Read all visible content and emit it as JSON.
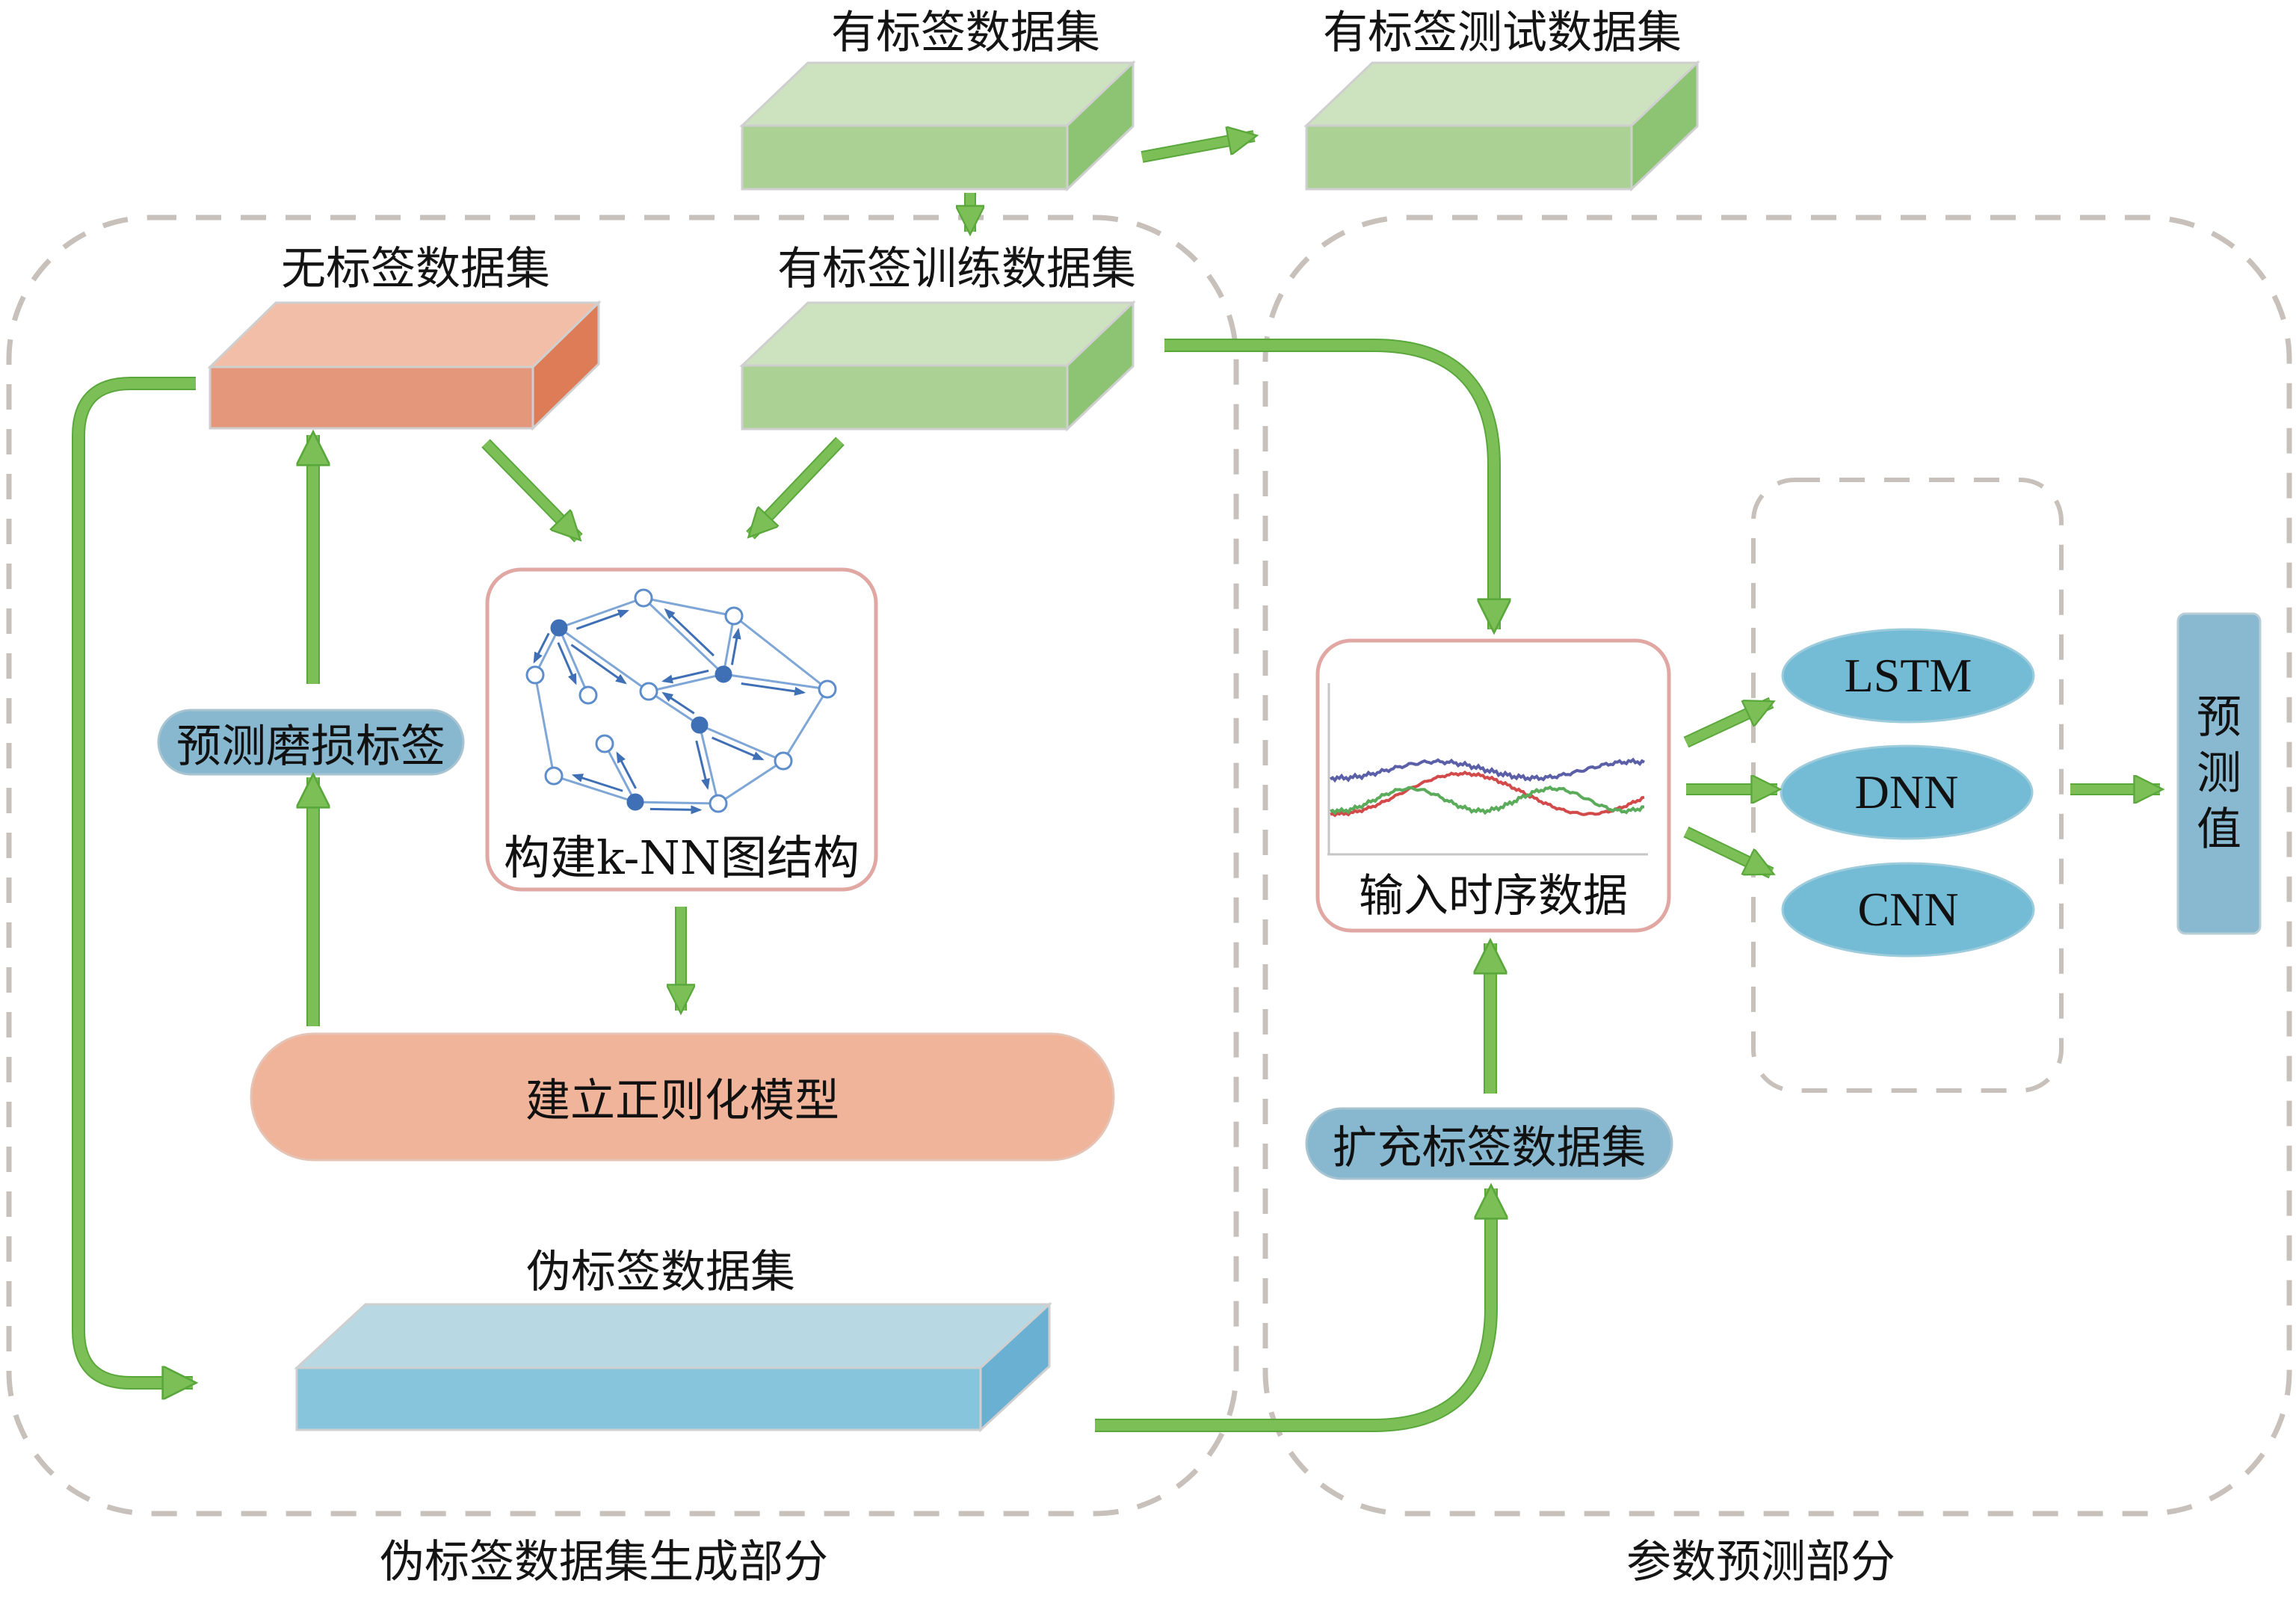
{
  "diagram": {
    "sections": {
      "pseudo_label_generation": "伪标签数据集生成部分",
      "parameter_prediction": "参数预测部分"
    },
    "datasets": {
      "labeled": "有标签数据集",
      "labeled_test": "有标签测试数据集",
      "unlabeled": "无标签数据集",
      "labeled_train": "有标签训练数据集",
      "pseudo_labeled": "伪标签数据集"
    },
    "steps": {
      "knn_graph": "构建k-NN图结构",
      "regularization_model": "建立正则化模型",
      "predict_wear_labels": "预测磨损标签",
      "expand_labeled_dataset": "扩充标签数据集",
      "input_time_series": "输入时序数据"
    },
    "models": [
      "LSTM",
      "DNN",
      "CNN"
    ],
    "output": {
      "chars": [
        "预",
        "测",
        "值"
      ]
    },
    "colors": {
      "arrow_fill": "#7dbf57",
      "arrow_edge": "#5aa83c",
      "green_top": "#cde3bf",
      "green_front": "#acd195",
      "green_side": "#8dc473",
      "orange_top": "#f2bea7",
      "orange_front": "#e4977b",
      "orange_side": "#de7c58",
      "blue_top": "#b8d9e4",
      "blue_front": "#86c5dc",
      "blue_side": "#6ab0d2",
      "pill_blue": "#87b8cf",
      "ellipse_blue": "#74bcd6",
      "output_bar": "#88b9d1",
      "reg_model": "#efb49a",
      "frame_pink": "#e0a7a3",
      "dash_gray": "#c8c0bb",
      "graph_blue": "#3f6fb5",
      "series_blue": "#5a5fa8",
      "series_red": "#d24a4a",
      "series_green": "#5aab5a"
    }
  }
}
